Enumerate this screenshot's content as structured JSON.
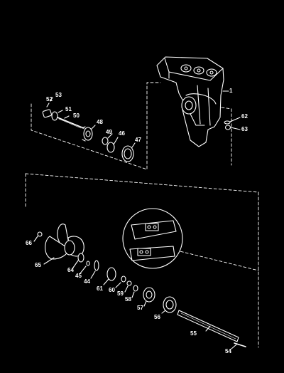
{
  "diagram": {
    "callouts": {
      "c1": "1",
      "c52": "52",
      "c53": "53",
      "c51": "51",
      "c50": "50",
      "c48": "48",
      "c49": "49",
      "c46": "46",
      "c47": "47",
      "c62": "62",
      "c63": "63",
      "c66": "66",
      "c65": "65",
      "c64": "64",
      "c45": "45",
      "c44": "44",
      "c61": "61",
      "c60": "60",
      "c59": "59",
      "c58": "58",
      "c57": "57",
      "c56": "56",
      "c55": "55",
      "c54": "54"
    },
    "colors": {
      "background": "#000000",
      "line": "#ffffff"
    }
  }
}
